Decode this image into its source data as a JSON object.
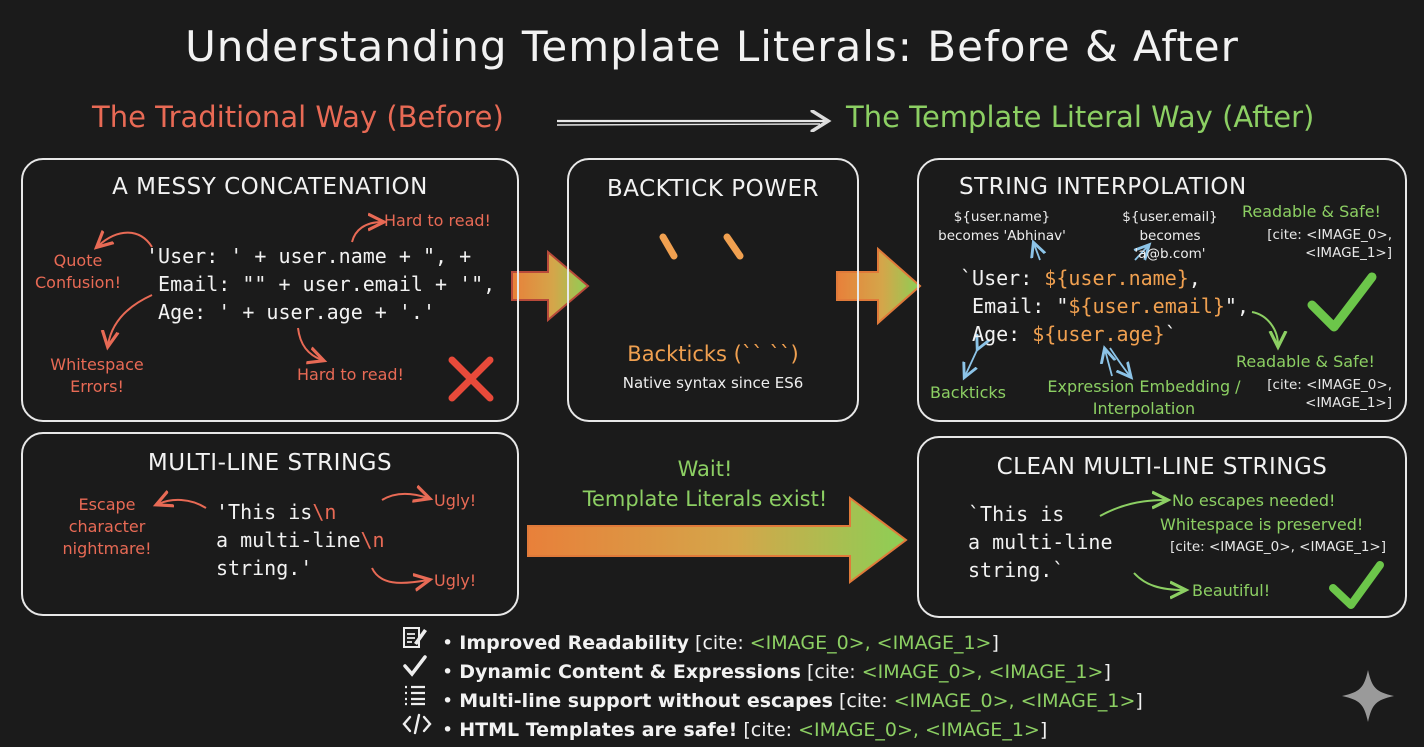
{
  "title": "Understanding Template Literals: Before & After",
  "before_label": "The Traditional Way (Before)",
  "after_label": "The Template Literal Way (After)",
  "panel_concat": {
    "title": "A MESSY CONCATENATION",
    "code_line1": "'User: ' + user.name + \", +",
    "code_line2": " Email: \"\" + user.email + '\",",
    "code_line3": " Age: ' + user.age + '.'",
    "note_quote": "Quote Confusion!",
    "note_hard1": "Hard to read!",
    "note_hard2": "Hard to read!",
    "note_whitespace": "Whitespace Errors!"
  },
  "panel_backtick": {
    "title": "BACKTICK POWER",
    "glyphs": "` `",
    "label": "Backticks (`` ``)",
    "sub": "Native syntax since ES6"
  },
  "panel_interp": {
    "title": "STRING INTERPOLATION",
    "ann_name_code": "${user.name}",
    "ann_name_text": "becomes 'Abhinav'",
    "ann_email_code": "${user.email}",
    "ann_email_text": "becomes 'a@b.com'",
    "code_l1_a": "`User: ",
    "code_l1_b": "${user.name}",
    "code_l1_c": ",",
    "code_l2_a": " Email: \"",
    "code_l2_b": "${user.email}",
    "code_l2_c": "\",",
    "code_l3_a": " Age: ",
    "code_l3_b": "${user.age}",
    "code_l3_c": "`",
    "readable1": "Readable & Safe!",
    "cite1_l1": "[cite: <IMAGE_0>,",
    "cite1_l2": "<IMAGE_1>]",
    "readable2": "Readable & Safe!",
    "cite2_l1": "[cite: <IMAGE_0>,",
    "cite2_l2": "<IMAGE_1>]",
    "note_backticks": "Backticks",
    "note_expr1": "Expression Embedding /",
    "note_expr2": "Interpolation"
  },
  "panel_multi": {
    "title": "MULTI-LINE STRINGS",
    "code_l1_a": "'This is",
    "code_l1_b": "\\n",
    "code_l2_a": "a multi-line",
    "code_l2_b": "\\n",
    "code_l3": "string.'",
    "note_escape1": "Escape",
    "note_escape2": "character",
    "note_escape3": "nightmare!",
    "note_ugly1": "Ugly!",
    "note_ugly2": "Ugly!"
  },
  "middle": {
    "wait": "Wait!",
    "exist": "Template Literals exist!"
  },
  "panel_clean": {
    "title": "CLEAN MULTI-LINE STRINGS",
    "code_l1": "`This is",
    "code_l2": "a multi-line",
    "code_l3": "string.`",
    "note_noesc": "No escapes needed!",
    "note_ws": "Whitespace is preserved!",
    "cite": "[cite: <IMAGE_0>, <IMAGE_1>]",
    "note_beautiful": "Beautiful!"
  },
  "bullets": [
    {
      "icon": "edit-document-icon",
      "text": "Improved Readability",
      "cite_pre": "[cite: ",
      "cite_val": "<IMAGE_0>, <IMAGE_1>",
      "cite_post": "]"
    },
    {
      "icon": "checkmark-icon",
      "text": "Dynamic Content & Expressions",
      "cite_pre": "[cite: ",
      "cite_val": "<IMAGE_0>, <IMAGE_1>",
      "cite_post": "]"
    },
    {
      "icon": "list-icon",
      "text": "Multi-line support without escapes",
      "cite_pre": "[cite: ",
      "cite_val": "<IMAGE_0>, <IMAGE_1>",
      "cite_post": "]"
    },
    {
      "icon": "code-icon",
      "text": "HTML Templates are safe!",
      "cite_pre": "[cite: ",
      "cite_val": "<IMAGE_0>, <IMAGE_1>",
      "cite_post": "]"
    }
  ],
  "colors": {
    "red": "#e86a55",
    "green": "#8ccf63",
    "orange": "#f0a050",
    "blue": "#8cc4e8"
  }
}
